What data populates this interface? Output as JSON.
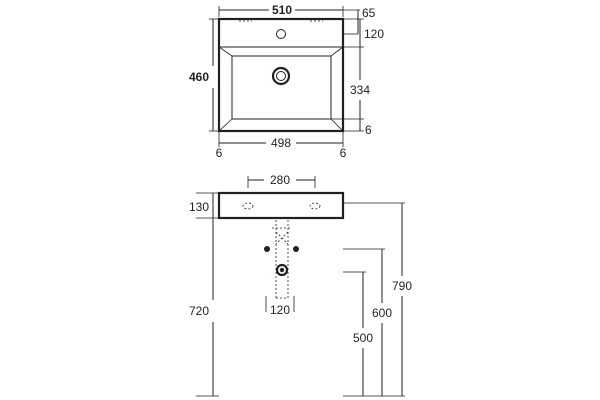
{
  "top_view": {
    "dims": {
      "overall_width": "510",
      "overall_depth": "460",
      "tap_ledge": "65",
      "back_ledge": "120",
      "bowl_depth": "334",
      "front_rim": "6",
      "bowl_width": "498",
      "left_rim": "6",
      "right_rim": "6"
    }
  },
  "front_view": {
    "dims": {
      "fixing_centres": "280",
      "basin_height": "130",
      "floor_to_basin": "720",
      "trap_width": "120",
      "floor_to_top": "790",
      "floor_to_fixing": "600",
      "floor_to_waste": "500"
    }
  },
  "colors": {
    "line": "#231f20",
    "background": "#ffffff"
  }
}
